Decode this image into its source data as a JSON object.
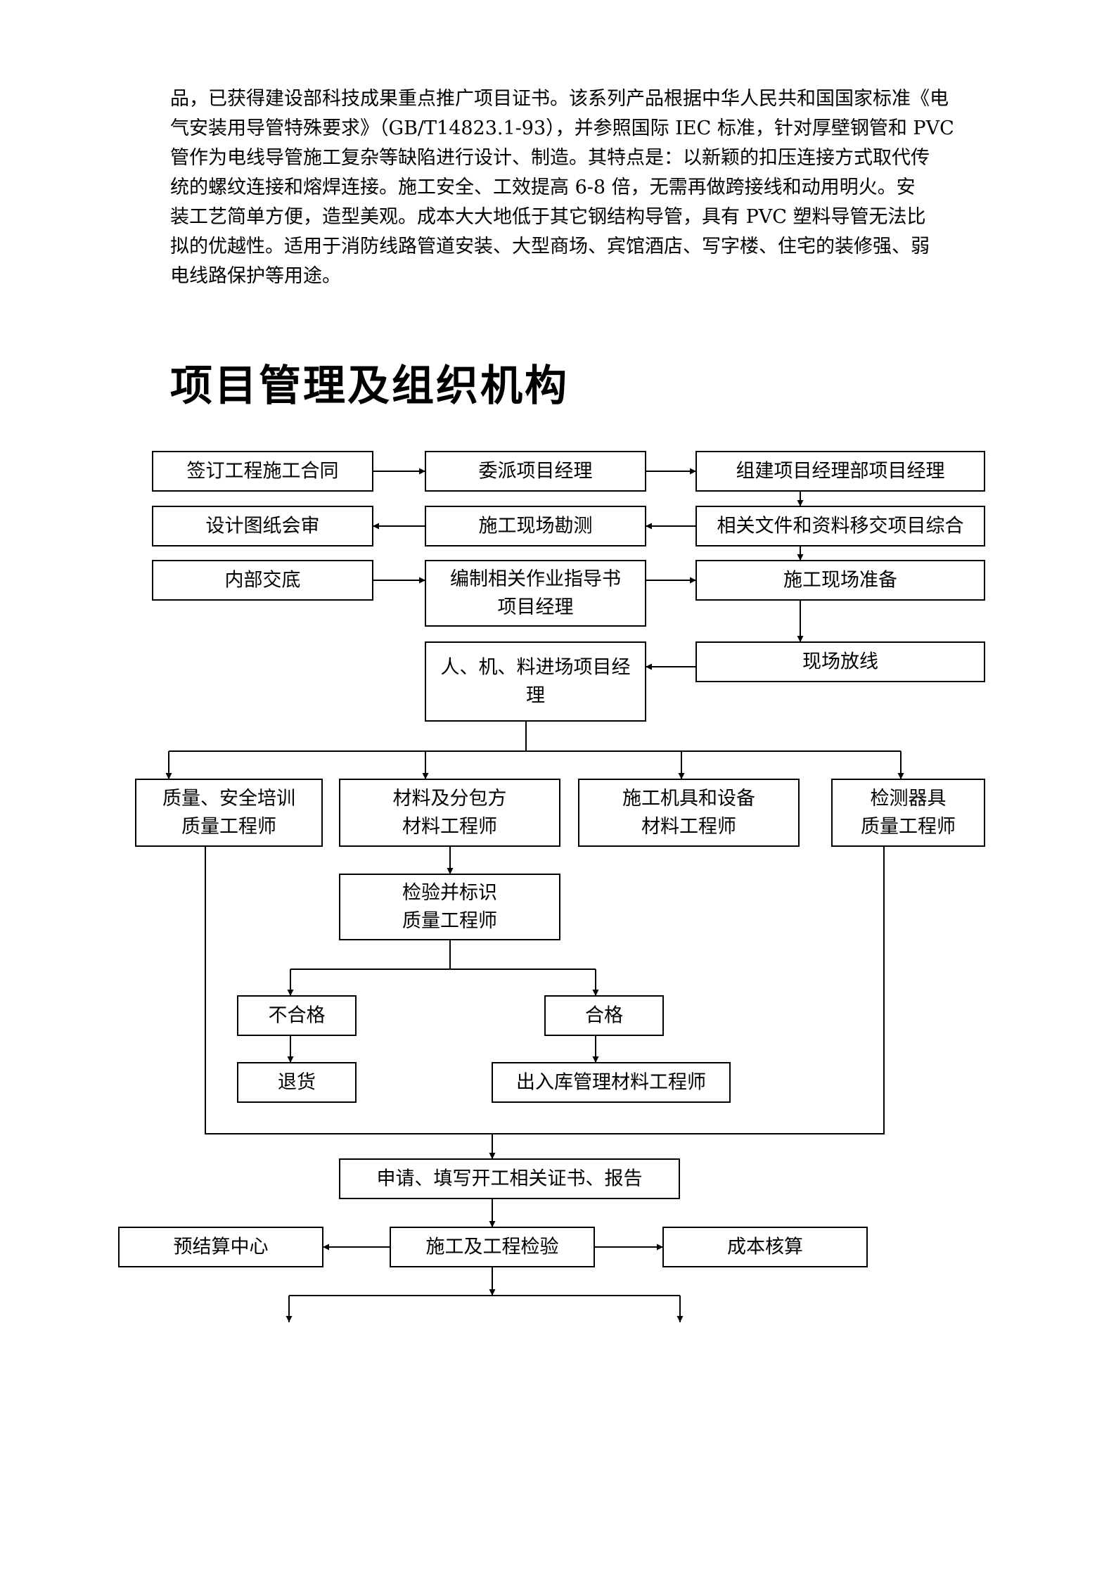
{
  "paragraph_lines": [
    "品，已获得建设部科技成果重点推广项目证书。该系列产品根据中华人民共和国国家标准《电",
    "气安装用导管特殊要求》（GB/T14823.1-93），并参照国际 IEC  标准，针对厚壁钢管和 PVC",
    "管作为电线导管施工复杂等缺陷进行设计、制造。其特点是：以新颖的扣压连接方式取代传",
    "统的螺纹连接和熔焊连接。施工安全、工效提高 6-8  倍，无需再做跨接线和动用明火。安",
    "装工艺简单方便，造型美观。成本大大地低于其它钢结构导管，具有 PVC  塑料导管无法比",
    "拟的优越性。适用于消防线路管道安装、大型商场、宾馆酒店、写字楼、住宅的装修强、弱",
    "电线路保护等用途。"
  ],
  "heading": "项目管理及组织机构",
  "flowchart": {
    "nodes": {
      "sign_contract": [
        "签订工程施工合同"
      ],
      "appoint_pm": [
        "委派项目经理"
      ],
      "build_dept": [
        "组建项目经理部项目经理"
      ],
      "design_review": [
        "设计图纸会审"
      ],
      "site_survey": [
        "施工现场勘测"
      ],
      "docs_transfer": [
        "相关文件和资料移交项目综合"
      ],
      "internal_brief": [
        "内部交底"
      ],
      "work_guide": [
        "编制相关作业指导书",
        "项目经理"
      ],
      "site_prep": [
        "施工现场准备"
      ],
      "resources_entry": [
        "人、机、料进场项目经",
        "理"
      ],
      "layout": [
        "现场放线"
      ],
      "quality_training": [
        "质量、安全培训",
        "质量工程师"
      ],
      "materials_sub": [
        "材料及分包方",
        "材料工程师"
      ],
      "machinery": [
        "施工机具和设备",
        "材料工程师"
      ],
      "instruments": [
        "检测器具",
        "质量工程师"
      ],
      "inspect_mark": [
        "检验并标识",
        "质量工程师"
      ],
      "unqualified": [
        "不合格"
      ],
      "qualified": [
        "合格"
      ],
      "return_goods": [
        "退货"
      ],
      "warehouse": [
        "出入库管理材料工程师"
      ],
      "apply_permit": [
        "申请、填写开工相关证书、报告"
      ],
      "budget_center": [
        "预结算中心"
      ],
      "construction_check": [
        "施工及工程检验"
      ],
      "cost_accounting": [
        "成本核算"
      ]
    }
  }
}
